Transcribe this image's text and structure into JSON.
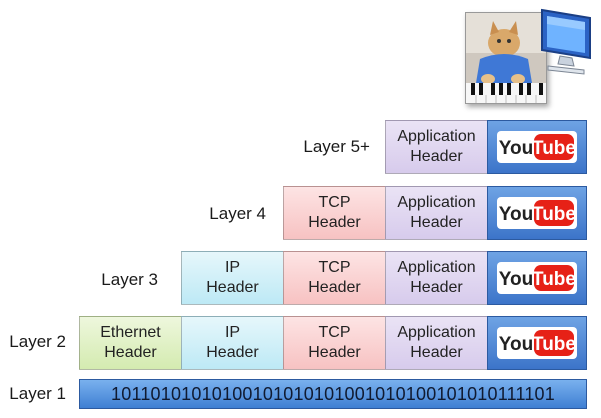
{
  "layers": [
    {
      "label": "Layer 5+",
      "headers": [
        {
          "line1": "Application",
          "line2": "Header"
        }
      ]
    },
    {
      "label": "Layer 4",
      "headers": [
        {
          "line1": "TCP",
          "line2": "Header"
        },
        {
          "line1": "Application",
          "line2": "Header"
        }
      ]
    },
    {
      "label": "Layer 3",
      "headers": [
        {
          "line1": "IP",
          "line2": "Header"
        },
        {
          "line1": "TCP",
          "line2": "Header"
        },
        {
          "line1": "Application",
          "line2": "Header"
        }
      ]
    },
    {
      "label": "Layer 2",
      "headers": [
        {
          "line1": "Ethernet",
          "line2": "Header"
        },
        {
          "line1": "IP",
          "line2": "Header"
        },
        {
          "line1": "TCP",
          "line2": "Header"
        },
        {
          "line1": "Application",
          "line2": "Header"
        }
      ]
    },
    {
      "label": "Layer 1",
      "bits": "10110101010100101010101001010100101010111101"
    }
  ],
  "logo": {
    "you": "You",
    "tube": "Tube"
  },
  "colors": {
    "application": "#d7cbec",
    "tcp": "#f7c2c2",
    "ip": "#bde9f5",
    "ethernet": "#d4ebb0",
    "payload": "#3c74c9",
    "youtube_red": "#e62117"
  },
  "icons": [
    "keyboard-cat-photo",
    "computer-monitor-icon",
    "youtube-logo"
  ]
}
